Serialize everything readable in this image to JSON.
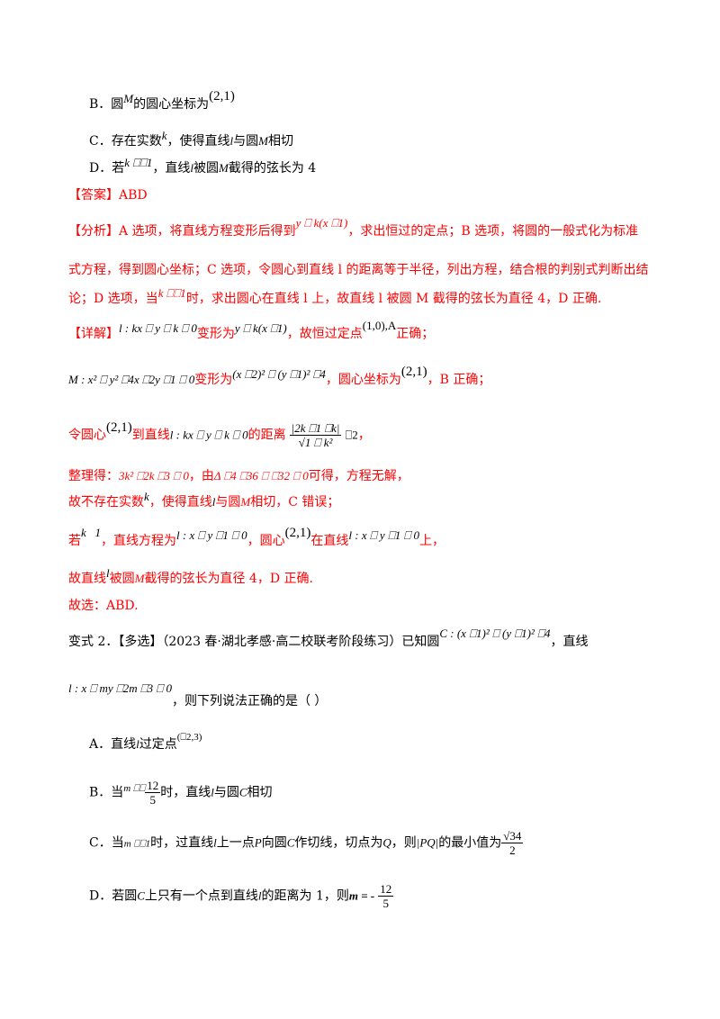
{
  "q1": {
    "optB": {
      "a": "B．圆",
      "b": "M",
      "c": "的圆心坐标为",
      "d": "(2,1)"
    },
    "optC": {
      "a": "C．存在实数",
      "b": "k",
      "c": "，使得直线",
      "d": "l",
      "e": "与圆",
      "f": "M",
      "g": "相切"
    },
    "optD": {
      "a": "D．若",
      "b": "k ⎕⎕1",
      "c": "，直线",
      "d": "l",
      "e": "被圆",
      "f": "M",
      "g": "截得的弦长为 4"
    }
  },
  "answer": {
    "text": "【答案】ABD"
  },
  "analysis": {
    "line1_a": "【分析】A 选项，将直线方程变形后得到",
    "line1_math": "y ⎕ k(x ⎕1)",
    "line1_b": "，求出恒过的定点；B 选项，将圆的一般式化为标准",
    "line2": "式方程，得到圆心坐标；C 选项，令圆心到直线 l 的距离等于半径，列出方程，结合根的判别式判断出结",
    "line3_a": "论；D 选项，当",
    "line3_math": "k ⎕⎕1",
    "line3_b": "时，求出圆心在直线 l 上，故直线 l 被圆 M 截得的弦长为直径 4，D 正确."
  },
  "detail": {
    "l1_a": "【详解】",
    "l1_m1": "l : kx ⎕ y ⎕ k ⎕ 0",
    "l1_b": "变形为",
    "l1_m2": "y ⎕ k(x ⎕1)",
    "l1_c": "，故恒过定点",
    "l1_m3": "(1,0),A",
    "l1_d": "正确；",
    "l2_m1": "M : x² ⎕ y² ⎕4x ⎕2y ⎕1 ⎕ 0",
    "l2_b": "变形为",
    "l2_m2": "(x ⎕2)² ⎕ (y ⎕1)² ⎕4",
    "l2_c": "，圆心坐标为",
    "l2_m3": "(2,1)",
    "l2_d": "，B 正确；",
    "l3_a": "令圆心",
    "l3_m1": "(2,1)",
    "l3_b": "到直线",
    "l3_m2": "l : kx ⎕ y ⎕ k ⎕ 0",
    "l3_c": "的距离",
    "l3_num": "|2k ⎕1 ⎕k|",
    "l3_den": "√1 ⎕ k²",
    "l3_m3": "⎕2",
    "l3_d": "，",
    "l4_a": "整理得：",
    "l4_m1": "3k² ⎕2k ⎕3 ⎕ 0",
    "l4_b": "，由",
    "l4_m2": "Δ ⎕4 ⎕36 ⎕ ⎕32 ⎕ 0",
    "l4_c": "可得，方程无解，",
    "l5_a": "故不存在实数",
    "l5_m1": "k",
    "l5_b": "，使得直线",
    "l5_m2": "l",
    "l5_c": "与圆",
    "l5_m3": "M",
    "l5_d": "相切，C 错误；",
    "l6_a": "若",
    "l6_m1": "k   1",
    "l6_b": "，直线方程为",
    "l6_m2": "l : x ⎕ y ⎕1 ⎕ 0",
    "l6_c": "，圆心",
    "l6_m3": "(2,1)",
    "l6_d": "在直线",
    "l6_m4": "l : x ⎕ y ⎕1 ⎕ 0",
    "l6_e": "上，",
    "l7_a": "故直线",
    "l7_m1": "l",
    "l7_b": "被圆",
    "l7_m2": "M",
    "l7_c": "截得的弦长为直径 4，D 正确.",
    "l8": "故选：ABD."
  },
  "variant": {
    "l1_a": "变式 2．【多选】（2023 春·湖北孝感·高二校联考阶段练习）已知圆",
    "l1_m1": "C : (x ⎕1)² ⎕ (y ⎕1)² ⎕4",
    "l1_b": "，直线",
    "l2_m1": "l : x ⎕ my ⎕2m ⎕3 ⎕ 0",
    "l2_b": "，则下列说法正确的是（    ）",
    "optA_a": "A．直线",
    "optA_l": "l",
    "optA_b": "过定点",
    "optA_m": "(⎕2,3)",
    "optB_a": "B．当",
    "optB_m": "m ⎕⎕",
    "optB_num": "12",
    "optB_den": "5",
    "optB_b": "时，直线",
    "optB_l": "l",
    "optB_c": "与圆",
    "optB_C": "C",
    "optB_d": "相切",
    "optC_a": "C．当",
    "optC_m": "m ⎕⎕1",
    "optC_b": "时，过直线",
    "optC_l": "l",
    "optC_c": "上一点",
    "optC_P": "P",
    "optC_d": "向圆",
    "optC_C": "C",
    "optC_e": "作切线，切点为",
    "optC_Q": "Q",
    "optC_f": "，则",
    "optC_PQ": "|PQ|",
    "optC_g": "的最小值为",
    "optC_num": "√34",
    "optC_den": "2",
    "optD_a": "D．若圆",
    "optD_C": "C",
    "optD_b": "上只有一个点到直线",
    "optD_l": "l",
    "optD_c": "的距离为 1，则",
    "optD_m": "m = -",
    "optD_num": "12",
    "optD_den": "5"
  }
}
